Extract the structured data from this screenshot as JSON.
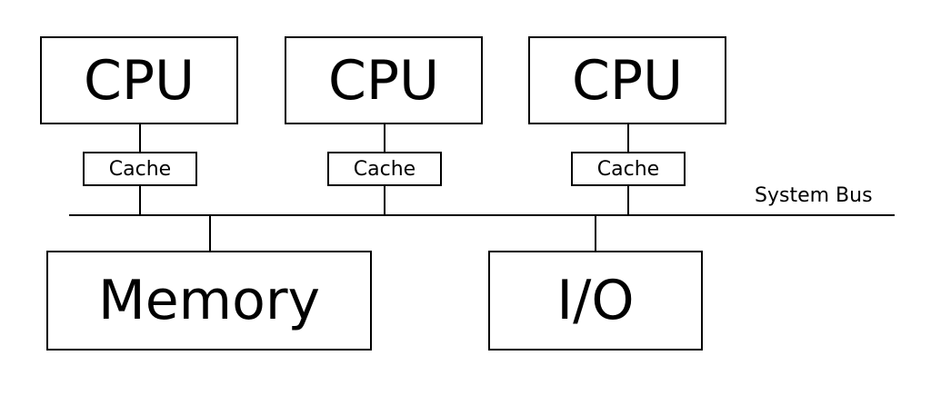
{
  "cpus": [
    {
      "label": "CPU",
      "cache_label": "Cache"
    },
    {
      "label": "CPU",
      "cache_label": "Cache"
    },
    {
      "label": "CPU",
      "cache_label": "Cache"
    }
  ],
  "bus": {
    "label": "System Bus"
  },
  "memory": {
    "label": "Memory"
  },
  "io": {
    "label": "I/O"
  },
  "colors": {
    "stroke": "#000000",
    "background": "#ffffff"
  }
}
